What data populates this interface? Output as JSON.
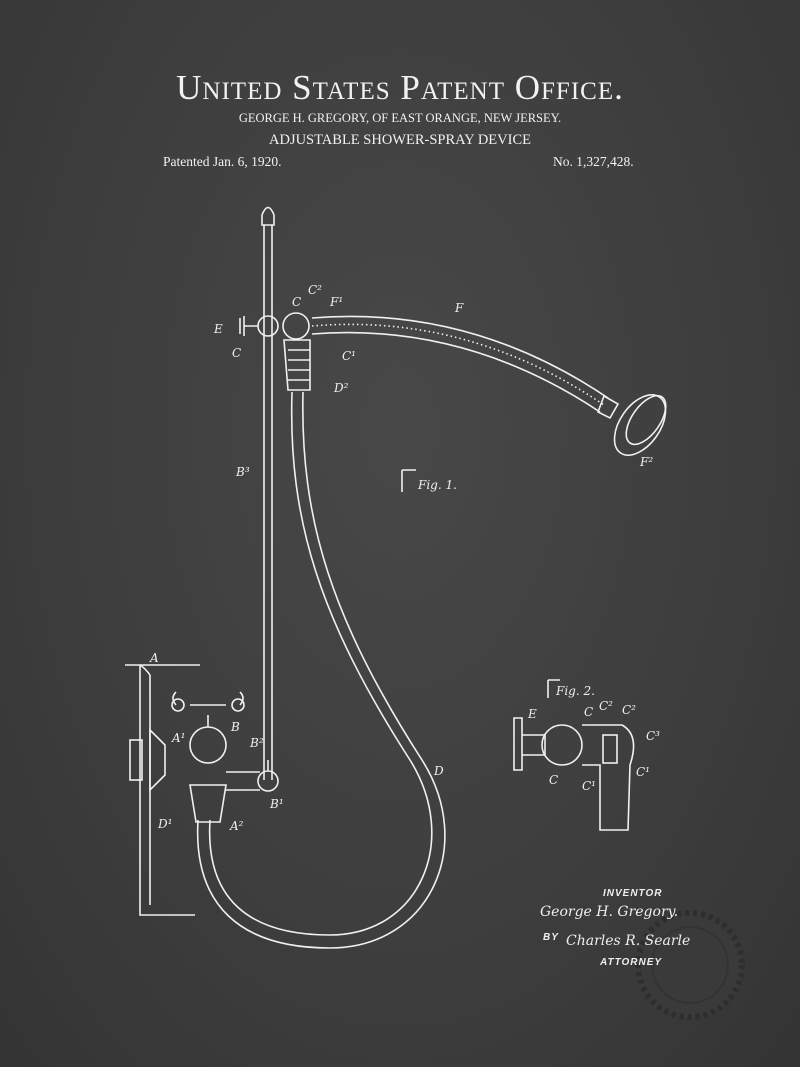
{
  "header": {
    "title": "United States Patent Office.",
    "inventor_line": "GEORGE H. GREGORY, OF EAST ORANGE, NEW JERSEY.",
    "device": "ADJUSTABLE SHOWER-SPRAY DEVICE",
    "patented": "Patented Jan. 6, 1920.",
    "number": "No. 1,327,428."
  },
  "figure1": {
    "caption": "Fig. 1.",
    "labels": [
      "E",
      "C",
      "C",
      "C²",
      "F¹",
      "F",
      "C¹",
      "D²",
      "B³",
      "F²",
      "A",
      "A¹",
      "B",
      "B²",
      "B¹",
      "A²",
      "D¹",
      "D"
    ]
  },
  "figure2": {
    "caption": "Fig. 2.",
    "labels": [
      "E",
      "C",
      "C²",
      "C²",
      "C³",
      "C",
      "C¹",
      "C¹"
    ]
  },
  "signature": {
    "inventor_label": "INVENTOR",
    "inventor_signature": "George H. Gregory.",
    "by_label": "BY",
    "attorney_signature": "Charles R. Searle",
    "attorney_label": "ATTORNEY"
  },
  "colors": {
    "background": "#3d3d3d",
    "ink": "#f0f0f0"
  }
}
